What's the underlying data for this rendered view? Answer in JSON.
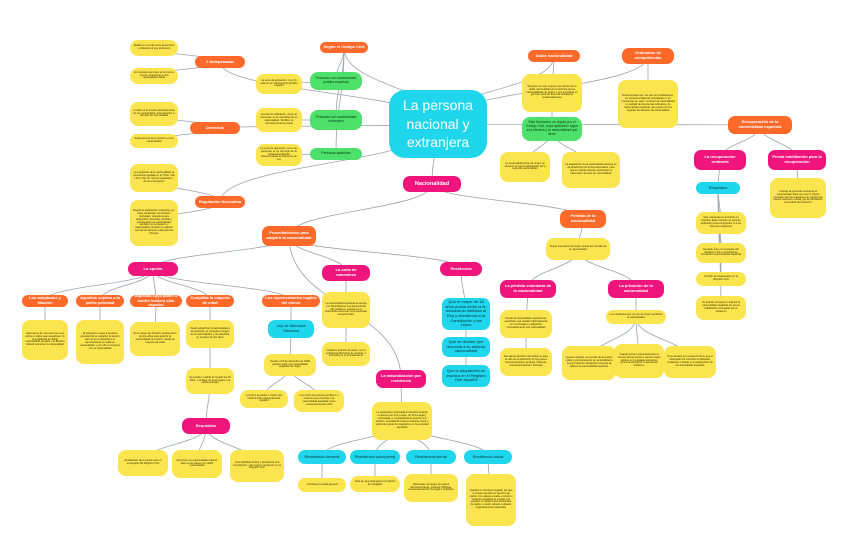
{
  "nodes": {
    "main": "La persona nacional y extranjera",
    "nacionalidad": "Nacionalidad",
    "seg_codigo": "Según el Código Civil",
    "n_antepasadas": "2 Antepasadas",
    "n_derechos": "Derechos",
    "n_regulacion": "Regulación Normativa",
    "y_ant1": "Estaba en vínculo entre la persona y el Estado al que pertenece",
    "y_ant2": "Es requisito que haya en la misma cuenta, pertenecer a una nacionalidad válida",
    "y_der1": "A nadie se le privará arbitrariamente de su nacionalidad ni del derecho a cambiar de nacionalidad",
    "y_der2": "Toda persona tiene derecho a una nacionalidad",
    "y_reg1": "La regulación de la nacionalidad se encuentra regulada en el Título I del Libro I del CC 'De los españoles y de los extranjeros'",
    "y_reg2": "Regula la adquisición originaria, por parte de Estado, así también derivadas, requisitos para adquisición derivada, pérdida y recuperación de nacionalidad, también los extranjeros y nacionalidad; también se aplican normas de Derecho Internacional Privado",
    "g_cc1": "Personas con nacionalidad jurídica española",
    "g_cc2": "Personas con nacionalidad extranjera",
    "g_cc3": "Personas apátridas",
    "y_cc1": "La serie de aplicación, cuyo fin obtener el ordenamiento jurídico español",
    "y_cc2": "La serie de aplicación, cuyo ser personas, en la normativa de su nacionalidad. También su normativa interna propia",
    "y_cc3": "La serie de aplicación, como las personas, el rey del reglo de su residencia habitual, documentadas formalmente de Ley",
    "n_doble": "Doble nacionalidad",
    "y_doble1": "Tampoco es casi, supone que dentro de su doble nacionalidad sin la doctrina de las nacionalidades de origen y que considera en general, para sin tener de declararse residencialmente",
    "g_doble": "Este fenómeno se regula por el Código Civil, cuya aplicación sigue a la efectiva y la nacionalidad que tiene",
    "y_doble2": "La nacionalidad tiene de origen se sostiene en que la adquisición de la segunda nacionalidad",
    "y_doble3": "La adquisición de la nacionalidad efectiva se da dinamismo de forma automática, para que se indican durante pertenecer el interesado 'Acceso de nacionalidad'",
    "n_ordinarios": "Ordinarios de competencias",
    "y_ordinarios": "Determinadas que, los que son Ciudadanos, en consenso bilateral, voluntarias no se encuentran en vigor, no tienen la nacionalidad en calidad de sus demás ordinarios, de nacionalidad española, que puede ser los órganos del derecho de nacionalidad",
    "n_recuperacion": "Recuperación de la nacionalidad española",
    "p_rec_ord": "La recuperación ordinaria",
    "p_rec_hab": "Previa habilitación para la recuperación",
    "c_requisitos": "Requisitos",
    "y_req1": "Que mantenga su domicilio en España. Este requisito no será de aplicación a los emigrantes ni a los hijos de emigrantes",
    "y_req2": "Declarar ante el encargado del Registro Civil su voluntad de recuperar la nacionalidad española",
    "y_req3": "Inscribir la recuperación en el Registro Civil",
    "y_req4": "No podrán recuperar o adquirir la nacionalidad española sin previa habilitación concedida por el Gobierno",
    "y_hab": "Cuando se pretende recuperar la nacionalidad, debe ser que no hayan cumplido con los requisitos por razones de interés nacional o social, por la habilitación concedida del Gobierno",
    "p_perdida": "Pérdida de la nacionalidad",
    "y_perdida": "Según supuestos de origen puede ser privado de la nacionalidad",
    "p_voluntaria": "La pérdida voluntaria de la nacionalidad",
    "p_privacion": "La privación de la nacionalidad",
    "y_vol1": "Perder la nacionalidad española los españoles que residan habitualmente en el extranjero y adquieren voluntariamente otra nacionalidad",
    "y_vol2": "Excepto la decisión del Gobierno para la vida de la aplicación de los países iberoamericanos, Andorra, Filipinas, Guinea Ecuatorial o Portugal",
    "y_priv0": "Los españoles que no son de origen perderán la nacionalidad",
    "y_priv1": "Cuando durante un período de tres años utilicen exclusivamente la nacionalidad a la que hubieran declarado renunciar al adquirir la nacionalidad española",
    "y_priv2": "Cuando entren voluntariamente al servicio de las armas o ejerzan cargo político en un Estado extranjero contra la prohibición expresa del Gobierno",
    "y_priv3": "Si se declara por sentencia firme que el interesado ha incurrido en falsedad, ocultación o fraude en la adquisición de la nacionalidad española",
    "n_proc": "Procedimientos para adquirir la nacionalidad",
    "p_opcion": "La opción",
    "p_carta": "La carta de naturaleza",
    "p_residencia": "Residencia",
    "o_origen": "Los adoptados y filiación",
    "o_sujetos": "Aquellos sujetos a la patria potestad",
    "o_cuyos": "Aquellos cuyo padre o madre hubiera sido español",
    "o_cumpla": "Cumplida la mayoría de edad",
    "o_legales": "Los representantes legales del menor",
    "y_o1": "Nacimiento de una persona cuya patria o madre sean españoles. Si la posibilidad de doble nacionalidad el padre o la filiación deberá mantener la nacionalidad",
    "y_o2": "El extranjero sujeto a la patria potestad de un español, la opción del menor en España o el representante en edad su nacionalidad, y por ello el conjunto con su nacionalidad",
    "y_o3": "Si es mayor de 18 años, tendrá plazo de dos años para adquirir la nacionalidad por opción, desde la mayoría de edad",
    "y_o4": "Puede adquirirse la nacionalidad a la española, se necesita el origen de la nacionalidad, y de adquirirla en el plazo de dos años",
    "y_o5": "Se requiere la declaración, el menor de edad del interesado, y la concesión del encargado del Registro",
    "y_cumpla2": "Se pueden realizar al cumplir los 18 años, o al dejar de estar sujeto a la patria potestad",
    "c_ley": "Ley de Memoria Histórica",
    "y_ley1": "Desde el 27 de diciembre de 2008 pueden optar a la nacionalidad española de origen",
    "y_ley2": "Los hijos de padre o madre que hubiera sido originariamente español",
    "y_ley3": "Los nietos de quienes perdieron o tuvieron que renunciar a la nacionalidad española como consecuencia del exilio",
    "p_requisitos": "Requisitos",
    "y_r1": "Declaración de la opción ante el encargado del Registro Civil",
    "y_r2": "Renuncia a la nacionalidad anterior salvo la de países con doble nacionalidad",
    "y_r3": "Jurar fidelidad al Rey y obediencia a la Constitución y las Leyes; inscripción en el Registro Civil",
    "y_carta1": "La nacionalidad española se otorga por Real Decreto a la discrecional del Gobierno, cuando en el interesado concurren circunstancias excepcionales",
    "y_carta2": "Mediante petición de parte, con la solicitud al Ministerio de Justicia, e instruida por el procedimiento",
    "c_res1": "Que el mayor de 18 años pueda emitir la fe, declarando fidelidad al Rey y obediencia a la Constitución y las Leyes",
    "c_res2": "Que se declare que renuncia a su anterior nacionalidad",
    "c_res3": "Que la adquisición se inscriba en el Registro Civil español",
    "p_natres": "La naturalización por residencia",
    "y_natres": "La residencia continuada en España durante el tiempo que la ley exige, de forma legal y continuada, e inmediatamente anterior a la petición, acreditando buena conducta cívica y suficiente grado de integración en la sociedad española",
    "c_decenal": "Residencia decenal",
    "c_quinquenal": "Residencia quinquenal",
    "c_bienal": "Residencia bienal",
    "c_anual": "Residencia anual",
    "y_decenal": "Constituye la regla general",
    "y_quinquenal": "Para los que obtengan la condición de refugiado",
    "y_bienal": "Nacionales de origen de países iberoamericanos, Andorra, Filipinas, Guinea Ecuatorial, Portugal o sefardíes",
    "y_anual": "Nacidos en territorio español, los que no hayan ejercido su derecho de opción, los sujetos a tutela, el viudo o viuda de española, el casado con español, el nacido fuera de España de padre o madre, abuelo o abuela, originariamente españoles"
  }
}
